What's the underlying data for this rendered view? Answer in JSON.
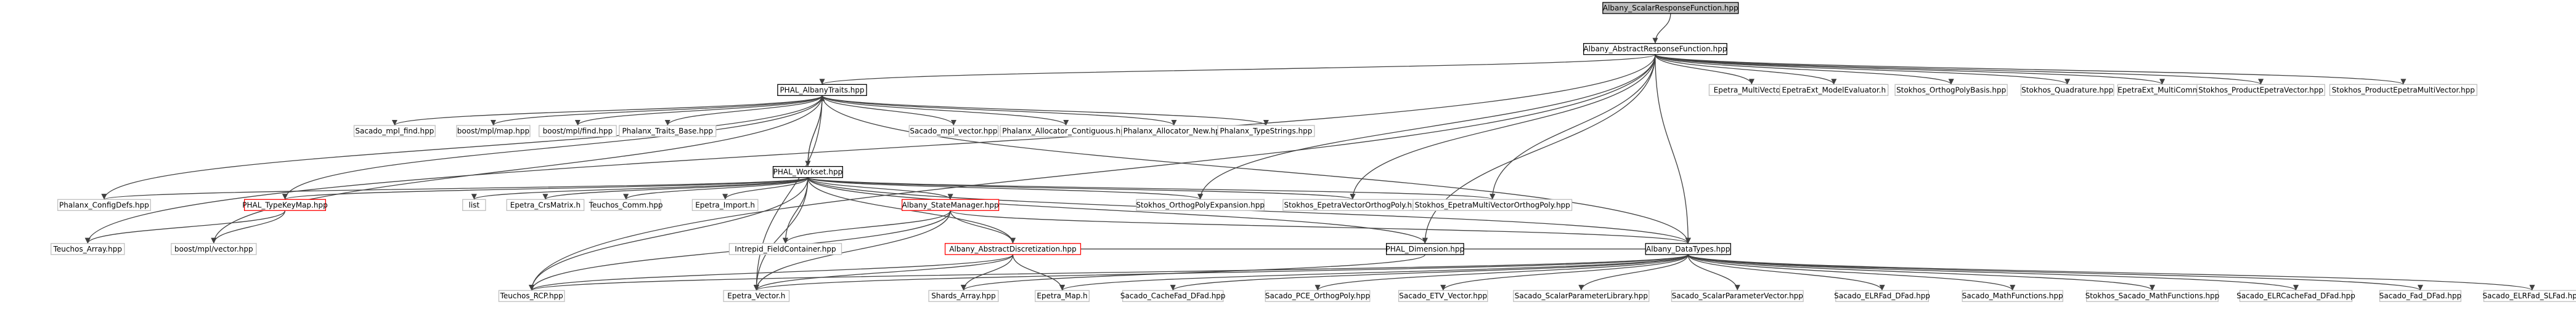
{
  "colors": {
    "edge": "#404040",
    "root_fill": "#bfbfbf",
    "normal_border": "#000000",
    "undocumented_border": "#bfbfbf",
    "truncated_border": "#ff0000",
    "background": "#ffffff"
  },
  "nodes": [
    {
      "id": "n0",
      "label": "Albany_ScalarResponseFunction.hpp",
      "kind": "root"
    },
    {
      "id": "n1",
      "label": "Albany_AbstractResponseFunction.hpp",
      "kind": "normal"
    },
    {
      "id": "n2",
      "label": "PHAL_AlbanyTraits.hpp",
      "kind": "normal"
    },
    {
      "id": "n3",
      "label": "Epetra_MultiVector.h",
      "kind": "undocumented"
    },
    {
      "id": "n4",
      "label": "EpetraExt_ModelEvaluator.h",
      "kind": "undocumented"
    },
    {
      "id": "n5",
      "label": "Stokhos_OrthogPolyBasis.hpp",
      "kind": "undocumented"
    },
    {
      "id": "n6",
      "label": "Stokhos_Quadrature.hpp",
      "kind": "undocumented"
    },
    {
      "id": "n7",
      "label": "EpetraExt_MultiComm.h",
      "kind": "undocumented"
    },
    {
      "id": "n8",
      "label": "Stokhos_ProductEpetraVector.hpp",
      "kind": "undocumented"
    },
    {
      "id": "n9",
      "label": "Stokhos_ProductEpetraMultiVector.hpp",
      "kind": "undocumented"
    },
    {
      "id": "n10",
      "label": "Sacado_mpl_find.hpp",
      "kind": "undocumented"
    },
    {
      "id": "n11",
      "label": "boost/mpl/map.hpp",
      "kind": "undocumented"
    },
    {
      "id": "n12",
      "label": "boost/mpl/find.hpp",
      "kind": "undocumented"
    },
    {
      "id": "n13",
      "label": "Phalanx_Traits_Base.hpp",
      "kind": "undocumented"
    },
    {
      "id": "n14",
      "label": "Sacado_mpl_vector.hpp",
      "kind": "undocumented"
    },
    {
      "id": "n15",
      "label": "Phalanx_Allocator_Contiguous.hpp",
      "kind": "undocumented"
    },
    {
      "id": "n16",
      "label": "Phalanx_Allocator_New.hpp",
      "kind": "undocumented"
    },
    {
      "id": "n17",
      "label": "Phalanx_TypeStrings.hpp",
      "kind": "undocumented"
    },
    {
      "id": "n18",
      "label": "PHAL_Workset.hpp",
      "kind": "normal"
    },
    {
      "id": "n19",
      "label": "Phalanx_ConfigDefs.hpp",
      "kind": "undocumented"
    },
    {
      "id": "n20",
      "label": "PHAL_TypeKeyMap.hpp",
      "kind": "truncated"
    },
    {
      "id": "n21",
      "label": "list",
      "kind": "undocumented"
    },
    {
      "id": "n22",
      "label": "Epetra_CrsMatrix.h",
      "kind": "undocumented"
    },
    {
      "id": "n23",
      "label": "Teuchos_Comm.hpp",
      "kind": "undocumented"
    },
    {
      "id": "n24",
      "label": "Epetra_Import.h",
      "kind": "undocumented"
    },
    {
      "id": "n25",
      "label": "Albany_StateManager.hpp",
      "kind": "truncated"
    },
    {
      "id": "n26",
      "label": "Stokhos_OrthogPolyExpansion.hpp",
      "kind": "undocumented"
    },
    {
      "id": "n27",
      "label": "Stokhos_EpetraVectorOrthogPoly.hpp",
      "kind": "undocumented"
    },
    {
      "id": "n28",
      "label": "Stokhos_EpetraMultiVectorOrthogPoly.hpp",
      "kind": "undocumented"
    },
    {
      "id": "n29",
      "label": "PHAL_Dimension.hpp",
      "kind": "normal"
    },
    {
      "id": "n30",
      "label": "Albany_DataTypes.hpp",
      "kind": "normal"
    },
    {
      "id": "n31",
      "label": "Teuchos_Array.hpp",
      "kind": "undocumented"
    },
    {
      "id": "n32",
      "label": "boost/mpl/vector.hpp",
      "kind": "undocumented"
    },
    {
      "id": "n33",
      "label": "Intrepid_FieldContainer.hpp",
      "kind": "undocumented"
    },
    {
      "id": "n34",
      "label": "Albany_AbstractDiscretization.hpp",
      "kind": "truncated"
    },
    {
      "id": "n35",
      "label": "Teuchos_RCP.hpp",
      "kind": "undocumented"
    },
    {
      "id": "n36",
      "label": "Epetra_Vector.h",
      "kind": "undocumented"
    },
    {
      "id": "n37",
      "label": "Shards_Array.hpp",
      "kind": "undocumented"
    },
    {
      "id": "n38",
      "label": "Epetra_Map.h",
      "kind": "undocumented"
    },
    {
      "id": "n39",
      "label": "Sacado_CacheFad_DFad.hpp",
      "kind": "undocumented"
    },
    {
      "id": "n40",
      "label": "Sacado_PCE_OrthogPoly.hpp",
      "kind": "undocumented"
    },
    {
      "id": "n41",
      "label": "Sacado_ETV_Vector.hpp",
      "kind": "undocumented"
    },
    {
      "id": "n42",
      "label": "Sacado_ScalarParameterLibrary.hpp",
      "kind": "undocumented"
    },
    {
      "id": "n43",
      "label": "Sacado_ScalarParameterVector.hpp",
      "kind": "undocumented"
    },
    {
      "id": "n44",
      "label": "Sacado_ELRFad_DFad.hpp",
      "kind": "undocumented"
    },
    {
      "id": "n45",
      "label": "Sacado_MathFunctions.hpp",
      "kind": "undocumented"
    },
    {
      "id": "n46",
      "label": "Stokhos_Sacado_MathFunctions.hpp",
      "kind": "undocumented"
    },
    {
      "id": "n47",
      "label": "Sacado_ELRCacheFad_DFad.hpp",
      "kind": "undocumented"
    },
    {
      "id": "n48",
      "label": "Sacado_Fad_DFad.hpp",
      "kind": "undocumented"
    },
    {
      "id": "n49",
      "label": "Sacado_ELRFad_SLFad.hpp",
      "kind": "undocumented"
    }
  ],
  "edges": [
    [
      "n0",
      "n1"
    ],
    [
      "n1",
      "n2"
    ],
    [
      "n1",
      "n3"
    ],
    [
      "n1",
      "n4"
    ],
    [
      "n1",
      "n5"
    ],
    [
      "n1",
      "n6"
    ],
    [
      "n1",
      "n7"
    ],
    [
      "n1",
      "n8"
    ],
    [
      "n1",
      "n9"
    ],
    [
      "n1",
      "n26"
    ],
    [
      "n1",
      "n27"
    ],
    [
      "n1",
      "n28"
    ],
    [
      "n1",
      "n30"
    ],
    [
      "n1",
      "n31"
    ],
    [
      "n1",
      "n35"
    ],
    [
      "n1",
      "n29"
    ],
    [
      "n2",
      "n10"
    ],
    [
      "n2",
      "n11"
    ],
    [
      "n2",
      "n12"
    ],
    [
      "n2",
      "n13"
    ],
    [
      "n2",
      "n14"
    ],
    [
      "n2",
      "n15"
    ],
    [
      "n2",
      "n16"
    ],
    [
      "n2",
      "n17"
    ],
    [
      "n2",
      "n18"
    ],
    [
      "n2",
      "n19"
    ],
    [
      "n2",
      "n20"
    ],
    [
      "n2",
      "n30"
    ],
    [
      "n2",
      "n32"
    ],
    [
      "n2",
      "n36"
    ],
    [
      "n18",
      "n2"
    ],
    [
      "n18",
      "n19"
    ],
    [
      "n18",
      "n20"
    ],
    [
      "n18",
      "n21"
    ],
    [
      "n18",
      "n22"
    ],
    [
      "n18",
      "n23"
    ],
    [
      "n18",
      "n24"
    ],
    [
      "n18",
      "n25"
    ],
    [
      "n18",
      "n26"
    ],
    [
      "n18",
      "n27"
    ],
    [
      "n18",
      "n28"
    ],
    [
      "n18",
      "n29"
    ],
    [
      "n18",
      "n30"
    ],
    [
      "n18",
      "n33"
    ],
    [
      "n18",
      "n34"
    ],
    [
      "n18",
      "n35"
    ],
    [
      "n18",
      "n36"
    ],
    [
      "n20",
      "n31"
    ],
    [
      "n20",
      "n32"
    ],
    [
      "n25",
      "n33"
    ],
    [
      "n25",
      "n34"
    ],
    [
      "n25",
      "n30"
    ],
    [
      "n25",
      "n35"
    ],
    [
      "n25",
      "n36"
    ],
    [
      "n34",
      "n35"
    ],
    [
      "n34",
      "n36"
    ],
    [
      "n34",
      "n37"
    ],
    [
      "n34",
      "n38"
    ],
    [
      "n34",
      "n30"
    ],
    [
      "n29",
      "n37"
    ],
    [
      "n30",
      "n38"
    ],
    [
      "n30",
      "n39"
    ],
    [
      "n30",
      "n40"
    ],
    [
      "n30",
      "n41"
    ],
    [
      "n30",
      "n42"
    ],
    [
      "n30",
      "n43"
    ],
    [
      "n30",
      "n44"
    ],
    [
      "n30",
      "n45"
    ],
    [
      "n30",
      "n46"
    ],
    [
      "n30",
      "n47"
    ],
    [
      "n30",
      "n48"
    ],
    [
      "n30",
      "n49"
    ],
    [
      "n30",
      "n35"
    ],
    [
      "n30",
      "n36"
    ]
  ]
}
